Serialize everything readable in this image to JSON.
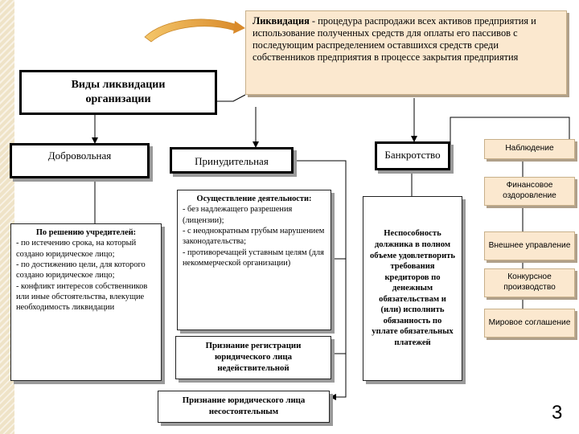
{
  "definition": {
    "term": "Ликвидация",
    "text": " - процедура распродажи всех активов предприятия и использование полученных средств для оплаты его пассивов с последующим распределением оставшихся средств среди собственников предприятия в процессе закрытия предприятия"
  },
  "root": {
    "label": "Виды ликвидации организации"
  },
  "types": {
    "voluntary": "Добровольная",
    "forced": "Принудительная",
    "bankruptcy": "Банкротство"
  },
  "voluntary_details": {
    "head": "По решению учредителей:",
    "items": [
      "- по истечению срока, на который создано юридическое лицо;",
      "- по достижению цели, для которого создано юридическое лицо;",
      "- конфликт интересов собственников или иные обстоятельства, влекущие необходимость ликвидации"
    ]
  },
  "forced_details": {
    "head": "Осуществление деятельности:",
    "items": [
      "- без надлежащего разрешения (лицензии);",
      "- с неоднократным грубым нарушением законодательства;",
      "- противоречащей уставным целям (для некоммерческой организации)"
    ]
  },
  "forced_registration": "Признание регистрации юридического лица недействительной",
  "insolvency_recognition": "Признание юридического лица несостоятельным",
  "bankruptcy_details": "Неспособность должника в полном объеме удовлетворить требования кредиторов по денежным обязательствам и (или) исполнить обязанность по уплате обязательных платежей",
  "procedures": [
    "Наблюдение",
    "Финансовое оздоровление",
    "Внешнее управление",
    "Конкурсное производство",
    "Мировое соглашение"
  ],
  "page_number": "3"
}
